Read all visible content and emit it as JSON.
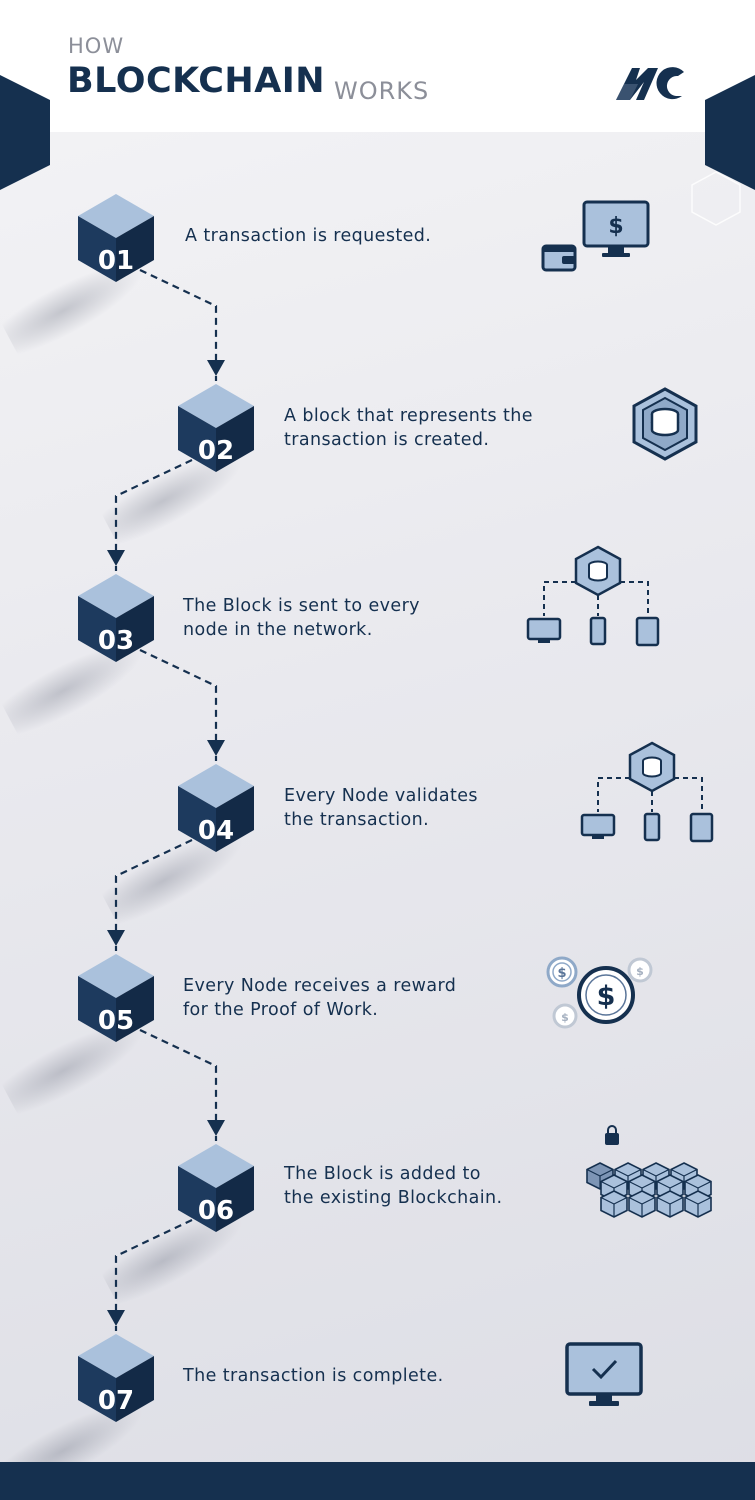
{
  "header": {
    "line1": "HOW",
    "title": "BLOCKCHAIN",
    "title_suffix": "WORKS",
    "logo": "MC"
  },
  "colors": {
    "navy": "#15304f",
    "cube_top": "#aac1dc",
    "cube_left": "#1d3a5e",
    "cube_right": "#132a47",
    "icon_fill": "#aac1dc",
    "grey_text": "#8c8f99"
  },
  "steps": [
    {
      "number": "01",
      "text": "A transaction is requested.",
      "icon": "wallet-monitor-icon"
    },
    {
      "number": "02",
      "text": "A block that represents the\ntransaction is created.",
      "icon": "database-block-icon"
    },
    {
      "number": "03",
      "text": "The Block is sent to every\nnode in the network.",
      "icon": "network-nodes-icon"
    },
    {
      "number": "04",
      "text": "Every Node validates\nthe transaction.",
      "icon": "network-nodes-icon"
    },
    {
      "number": "05",
      "text": "Every Node receives a reward\nfor the Proof of Work.",
      "icon": "coins-icon"
    },
    {
      "number": "06",
      "text": "The Block is added to\nthe existing Blockchain.",
      "icon": "blockchain-icon"
    },
    {
      "number": "07",
      "text": "The transaction is complete.",
      "icon": "check-monitor-icon"
    }
  ]
}
